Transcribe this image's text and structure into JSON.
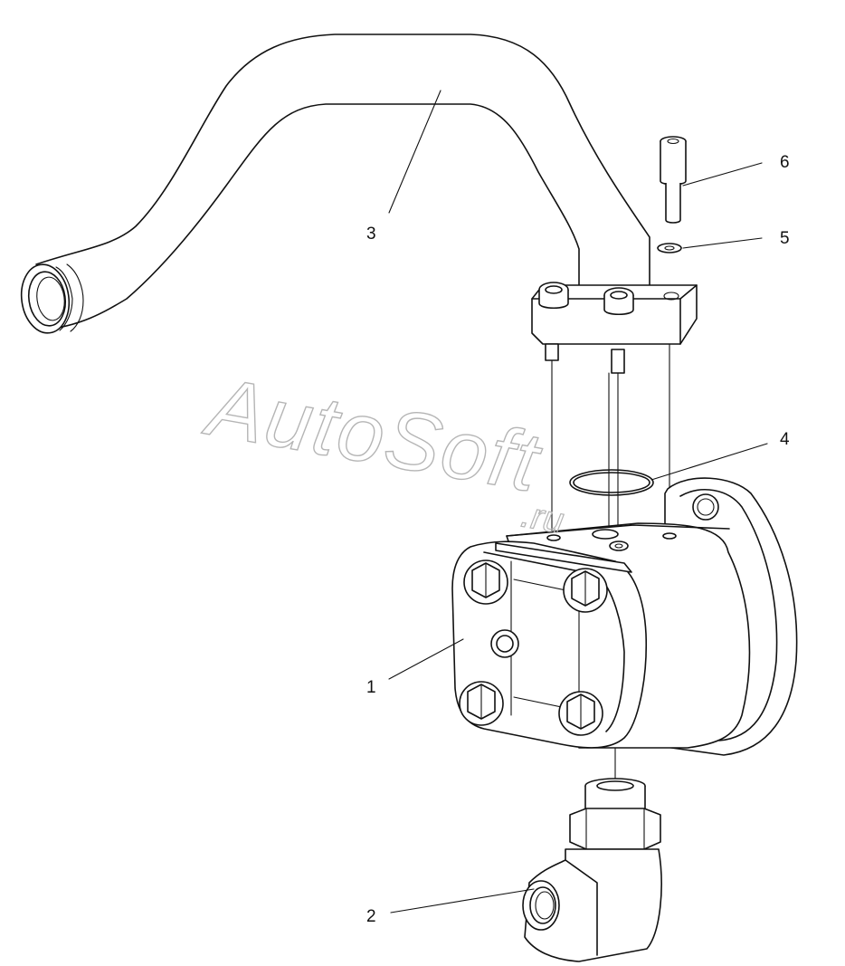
{
  "watermark": {
    "text": "AutoSoft",
    "suffix": ".ru"
  },
  "callouts": [
    {
      "id": "1",
      "label": "1"
    },
    {
      "id": "2",
      "label": "2"
    },
    {
      "id": "3",
      "label": "3"
    },
    {
      "id": "4",
      "label": "4"
    },
    {
      "id": "5",
      "label": "5"
    },
    {
      "id": "6",
      "label": "6"
    }
  ],
  "parts": {
    "pump": "pump-body",
    "elbow": "elbow-fitting",
    "pipe": "suction-pipe",
    "oring": "o-ring",
    "washer": "washer",
    "bolt": "bolt"
  }
}
